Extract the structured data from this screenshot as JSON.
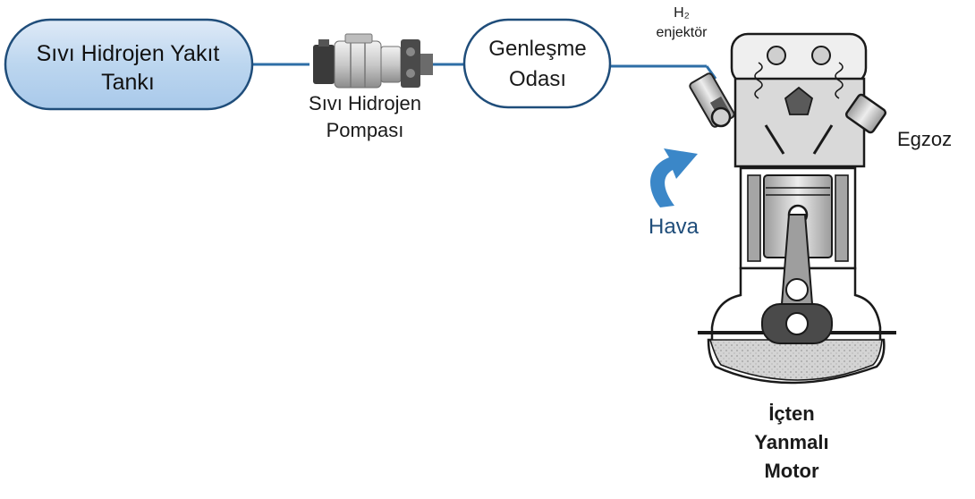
{
  "nodes": {
    "tank": {
      "line1": "Sıvı Hidrojen Yakıt",
      "line2": "Tankı"
    },
    "pump": {
      "line1": "Sıvı Hidrojen",
      "line2": "Pompası"
    },
    "chamber": {
      "line1": "Genleşme",
      "line2": "Odası"
    },
    "injector": {
      "line1": "H₂",
      "line2": "enjektör"
    },
    "exhaust": {
      "label": "Egzoz"
    },
    "air": {
      "label": "Hava"
    },
    "engine": {
      "line1": "İçten",
      "line2": "Yanmalı",
      "line3": "Motor"
    }
  },
  "colors": {
    "pipe": "#2e6ea6",
    "tank_fill": "#bcd6ef",
    "tank_border": "#1f4d7a",
    "arrow": "#3b87c8"
  }
}
